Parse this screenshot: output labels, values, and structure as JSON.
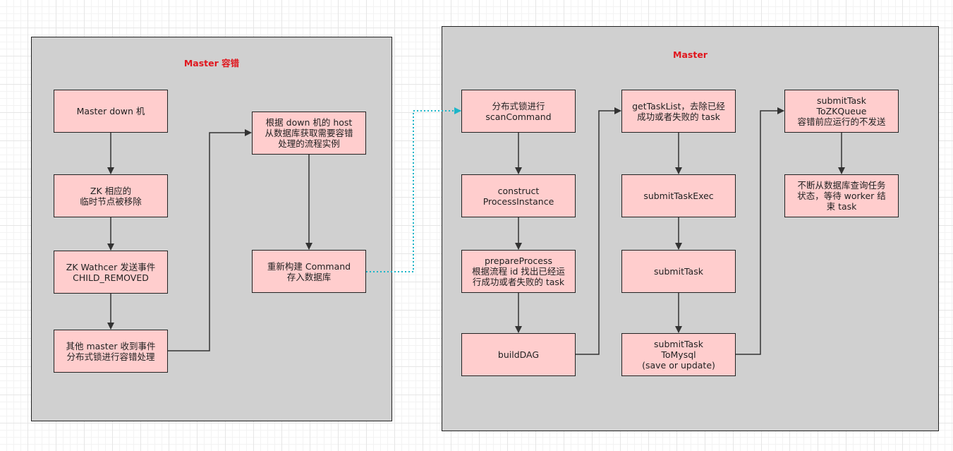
{
  "containers": {
    "left": {
      "title": "Master 容错"
    },
    "right": {
      "title": "Master"
    }
  },
  "nodes": {
    "master_down": "Master down 机",
    "zk_node_removed": "ZK 相应的\n临时节点被移除",
    "zk_watcher": "ZK Wathcer 发送事件\nCHILD_REMOVED",
    "other_master": "其他 master 收到事件\n分布式锁进行容错处理",
    "fetch_instances": "根据 down 机的 host\n从数据库获取需要容错\n处理的流程实例",
    "rebuild_command": "重新构建 Command\n存入数据库",
    "scan_command": "分布式锁进行\nscanCommand",
    "construct_process": "construct\nProcessInstance",
    "prepare_process": "prepareProcess\n根据流程 id 找出已经运\n行成功或者失败的 task",
    "build_dag": "buildDAG",
    "get_task_list": "getTaskList，去除已经\n成功或者失败的 task",
    "submit_task_exec": "submitTaskExec",
    "submit_task": "submitTask",
    "submit_to_mysql": "submitTask\nToMysql\n(save or update)",
    "submit_to_zk_queue": "submitTask\nToZKQueue\n容错前应运行的不发送",
    "query_task_status": "不断从数据库查询任务\n状态，等待 worker 结\n束 task"
  },
  "colors": {
    "container_fill": "#d0d0d0",
    "node_fill": "#ffcdcd",
    "border": "#222222",
    "title_red": "#e0161d",
    "link_cyan": "#1cb5c8"
  }
}
